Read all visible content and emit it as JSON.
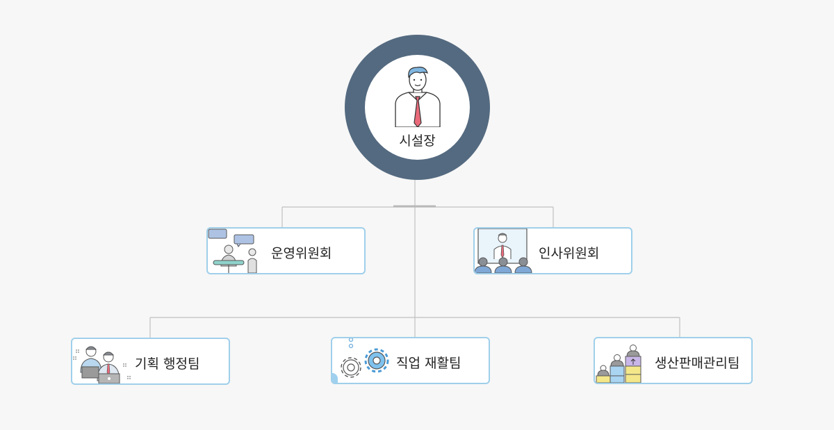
{
  "root": {
    "label": "시설장",
    "icon": "manager-with-tie-icon"
  },
  "committees": [
    {
      "label": "운영위원회",
      "icon": "meeting-discussion-icon"
    },
    {
      "label": "인사위원회",
      "icon": "presentation-audience-icon"
    }
  ],
  "teams": [
    {
      "label": "기획 행정팀",
      "icon": "office-workers-laptop-icon"
    },
    {
      "label": "직업 재활팀",
      "icon": "gears-icon"
    },
    {
      "label": "생산판매관리팀",
      "icon": "production-boxes-icon"
    }
  ],
  "colors": {
    "ring": "#546a80",
    "node_border": "#9fcfea",
    "connector": "#bdbdbd",
    "background": "#f7f7f7"
  }
}
